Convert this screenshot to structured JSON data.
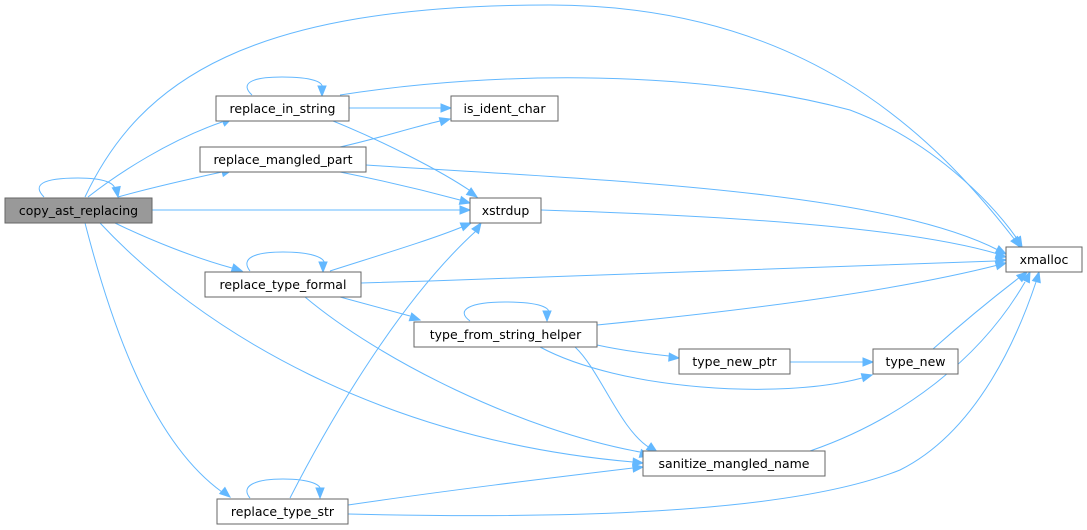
{
  "diagram": {
    "type": "call-graph",
    "edge_color": "#63b8ff",
    "root_fill": "#999999",
    "node_border": "#666666",
    "nodes": [
      {
        "id": "copy_ast_replacing",
        "label": "copy_ast_replacing",
        "root": true
      },
      {
        "id": "replace_in_string",
        "label": "replace_in_string"
      },
      {
        "id": "replace_mangled_part",
        "label": "replace_mangled_part"
      },
      {
        "id": "replace_type_formal",
        "label": "replace_type_formal"
      },
      {
        "id": "replace_type_str",
        "label": "replace_type_str"
      },
      {
        "id": "is_ident_char",
        "label": "is_ident_char"
      },
      {
        "id": "xstrdup",
        "label": "xstrdup"
      },
      {
        "id": "type_from_string_helper",
        "label": "type_from_string_helper"
      },
      {
        "id": "sanitize_mangled_name",
        "label": "sanitize_mangled_name"
      },
      {
        "id": "type_new_ptr",
        "label": "type_new_ptr"
      },
      {
        "id": "type_new",
        "label": "type_new"
      },
      {
        "id": "xmalloc",
        "label": "xmalloc"
      }
    ],
    "edges": [
      {
        "from": "copy_ast_replacing",
        "to": "copy_ast_replacing"
      },
      {
        "from": "copy_ast_replacing",
        "to": "replace_in_string"
      },
      {
        "from": "copy_ast_replacing",
        "to": "replace_mangled_part"
      },
      {
        "from": "copy_ast_replacing",
        "to": "xstrdup"
      },
      {
        "from": "copy_ast_replacing",
        "to": "replace_type_formal"
      },
      {
        "from": "copy_ast_replacing",
        "to": "replace_type_str"
      },
      {
        "from": "copy_ast_replacing",
        "to": "sanitize_mangled_name"
      },
      {
        "from": "copy_ast_replacing",
        "to": "xmalloc"
      },
      {
        "from": "replace_in_string",
        "to": "replace_in_string"
      },
      {
        "from": "replace_in_string",
        "to": "is_ident_char"
      },
      {
        "from": "replace_in_string",
        "to": "xstrdup"
      },
      {
        "from": "replace_in_string",
        "to": "xmalloc"
      },
      {
        "from": "replace_mangled_part",
        "to": "is_ident_char"
      },
      {
        "from": "replace_mangled_part",
        "to": "xstrdup"
      },
      {
        "from": "replace_mangled_part",
        "to": "xmalloc"
      },
      {
        "from": "xstrdup",
        "to": "xmalloc"
      },
      {
        "from": "replace_type_formal",
        "to": "replace_type_formal"
      },
      {
        "from": "replace_type_formal",
        "to": "xstrdup"
      },
      {
        "from": "replace_type_formal",
        "to": "xmalloc"
      },
      {
        "from": "replace_type_formal",
        "to": "type_from_string_helper"
      },
      {
        "from": "replace_type_formal",
        "to": "sanitize_mangled_name"
      },
      {
        "from": "type_from_string_helper",
        "to": "type_from_string_helper"
      },
      {
        "from": "type_from_string_helper",
        "to": "xmalloc"
      },
      {
        "from": "type_from_string_helper",
        "to": "type_new_ptr"
      },
      {
        "from": "type_from_string_helper",
        "to": "type_new"
      },
      {
        "from": "type_from_string_helper",
        "to": "sanitize_mangled_name"
      },
      {
        "from": "type_new_ptr",
        "to": "type_new"
      },
      {
        "from": "type_new",
        "to": "xmalloc"
      },
      {
        "from": "sanitize_mangled_name",
        "to": "xmalloc"
      },
      {
        "from": "replace_type_str",
        "to": "replace_type_str"
      },
      {
        "from": "replace_type_str",
        "to": "xstrdup"
      },
      {
        "from": "replace_type_str",
        "to": "sanitize_mangled_name"
      },
      {
        "from": "replace_type_str",
        "to": "xmalloc"
      }
    ]
  }
}
